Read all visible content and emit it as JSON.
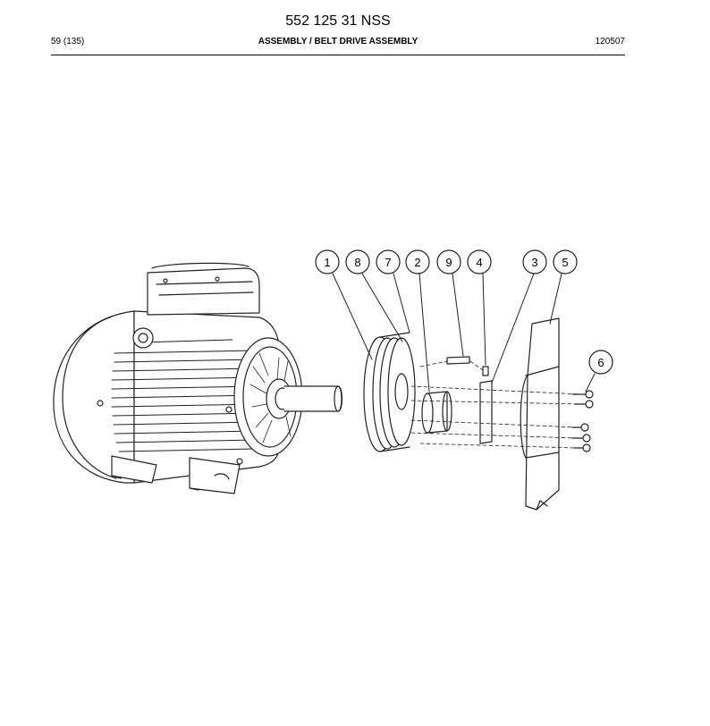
{
  "document": {
    "part_number": "552 125 31 NSS",
    "page": "59 (135)",
    "section": "ASSEMBLY / BELT DRIVE ASSEMBLY",
    "doc_code": "120507"
  },
  "diagram": {
    "callouts": [
      "1",
      "8",
      "7",
      "2",
      "9",
      "4",
      "3",
      "5",
      "6"
    ]
  }
}
